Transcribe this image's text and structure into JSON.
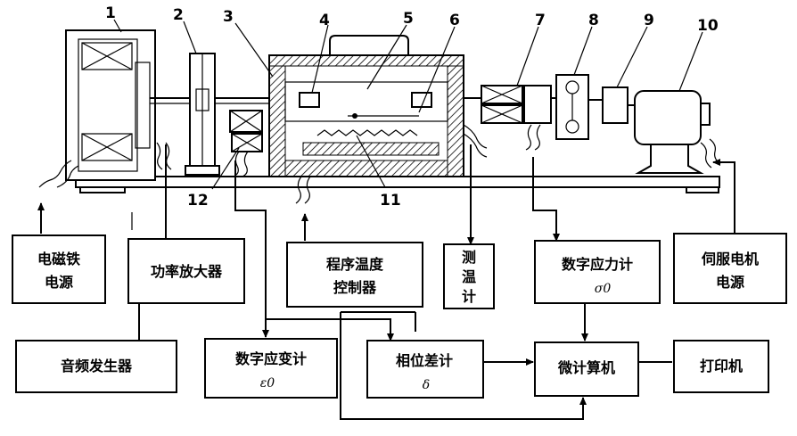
{
  "part_numbers": [
    "1",
    "2",
    "3",
    "4",
    "5",
    "6",
    "7",
    "8",
    "9",
    "10",
    "11",
    "12"
  ],
  "boxes": {
    "electromagnet_power": [
      "电磁铁",
      "电源"
    ],
    "power_amplifier": "功率放大器",
    "program_temp_controller": [
      "程序温度",
      "控制器"
    ],
    "thermometer": [
      "测",
      "温",
      "计"
    ],
    "digital_stress_meter": "数字应力计",
    "stress_symbol": "σ0",
    "servo_motor_power": [
      "伺服电机",
      "电源"
    ],
    "audio_generator": "音频发生器",
    "digital_strain_meter": "数字应变计",
    "strain_symbol": "ε0",
    "phase_meter": "相位差计",
    "phase_symbol": "δ",
    "microcomputer": "微计算机",
    "printer": "打印机"
  }
}
